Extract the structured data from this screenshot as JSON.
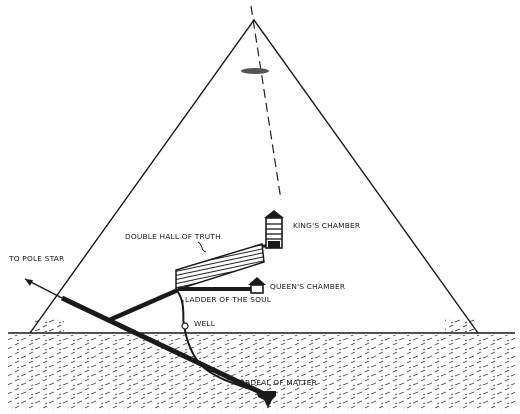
{
  "labels": {
    "pole_star": "TO POLE STAR",
    "double_hall": "DOUBLE HALL OF TRUTH",
    "kings_chamber": "KING'S CHAMBER",
    "queens_chamber": "QUEEN'S CHAMBER",
    "ladder": "LADDER OF THE SOUL",
    "well": "WELL",
    "ordeal": "ORDEAL OF MATTER"
  }
}
